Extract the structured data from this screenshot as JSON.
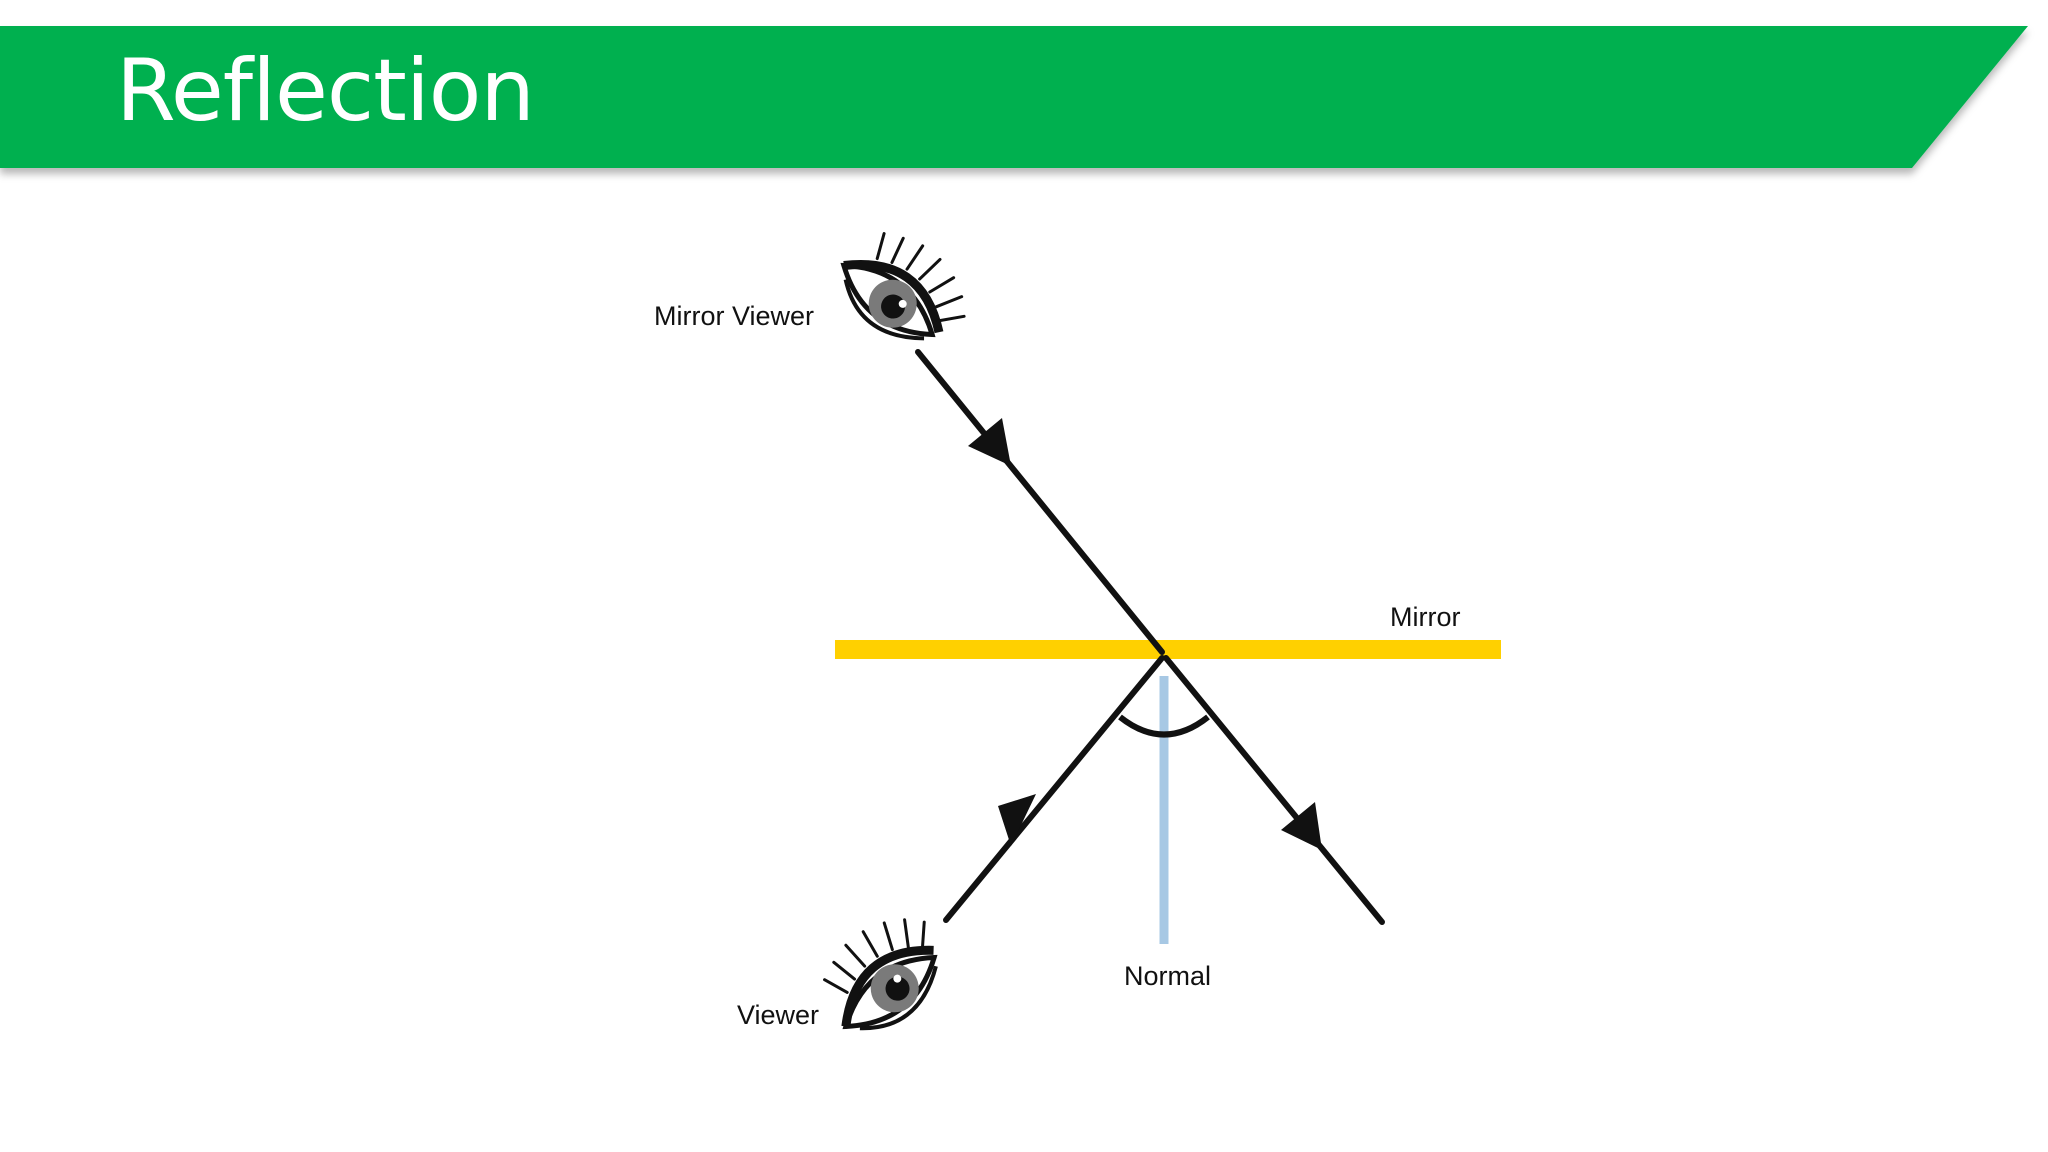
{
  "slide": {
    "title": "Reflection"
  },
  "colors": {
    "banner": "#00b050",
    "mirror": "#ffd000",
    "normal": "#a7c8e4",
    "ray": "#111111",
    "text": "#111111"
  },
  "diagram": {
    "labels": {
      "mirror_viewer": "Mirror Viewer",
      "mirror": "Mirror",
      "viewer": "Viewer",
      "normal": "Normal"
    },
    "icons": {
      "top_eye": "eye-icon",
      "bottom_eye": "eye-icon"
    }
  }
}
